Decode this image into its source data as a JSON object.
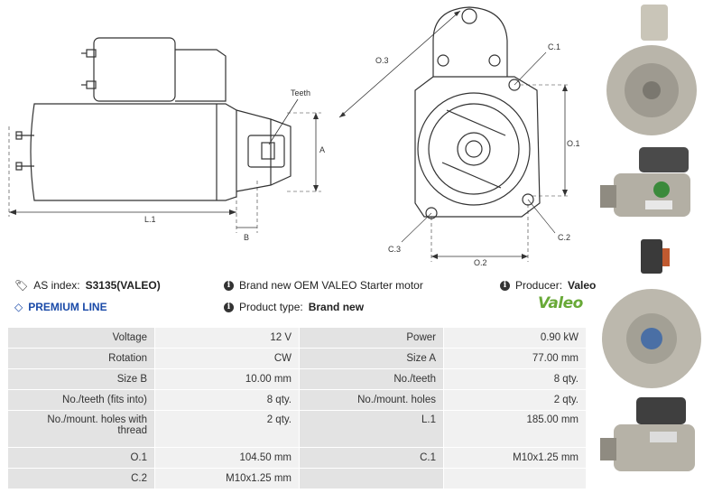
{
  "drawing": {
    "labels": {
      "teeth": "Teeth",
      "A": "A",
      "B": "B",
      "L1": "L.1",
      "O3": "O.3",
      "C1": "C.1",
      "O1": "O.1",
      "C2": "C.2",
      "C3": "C.3",
      "O2": "O.2"
    }
  },
  "info": {
    "as_index_label": "AS index:",
    "as_index_value": "S3135(VALEO)",
    "premium": "PREMIUM LINE",
    "description": "Brand new OEM VALEO Starter motor",
    "product_type_label": "Product type:",
    "product_type_value": "Brand new",
    "producer_label": "Producer:",
    "producer_value": "Valeo",
    "logo_text": "Valeo"
  },
  "specs": [
    [
      "Voltage",
      "12 V",
      "Power",
      "0.90 kW"
    ],
    [
      "Rotation",
      "CW",
      "Size A",
      "77.00 mm"
    ],
    [
      "Size B",
      "10.00 mm",
      "No./teeth",
      "8 qty."
    ],
    [
      "No./teeth (fits into)",
      "8 qty.",
      "No./mount. holes",
      "2 qty."
    ],
    [
      "No./mount. holes with thread",
      "2 qty.",
      "L.1",
      "185.00 mm"
    ],
    [
      "O.1",
      "104.50 mm",
      "C.1",
      "M10x1.25 mm"
    ],
    [
      "C.2",
      "M10x1.25 mm",
      "",
      ""
    ]
  ],
  "colors": {
    "premium": "#1a4aa8",
    "valeo_green": "#68a937",
    "label_cell": "#e3e3e3",
    "value_cell": "#f1f1f1"
  }
}
